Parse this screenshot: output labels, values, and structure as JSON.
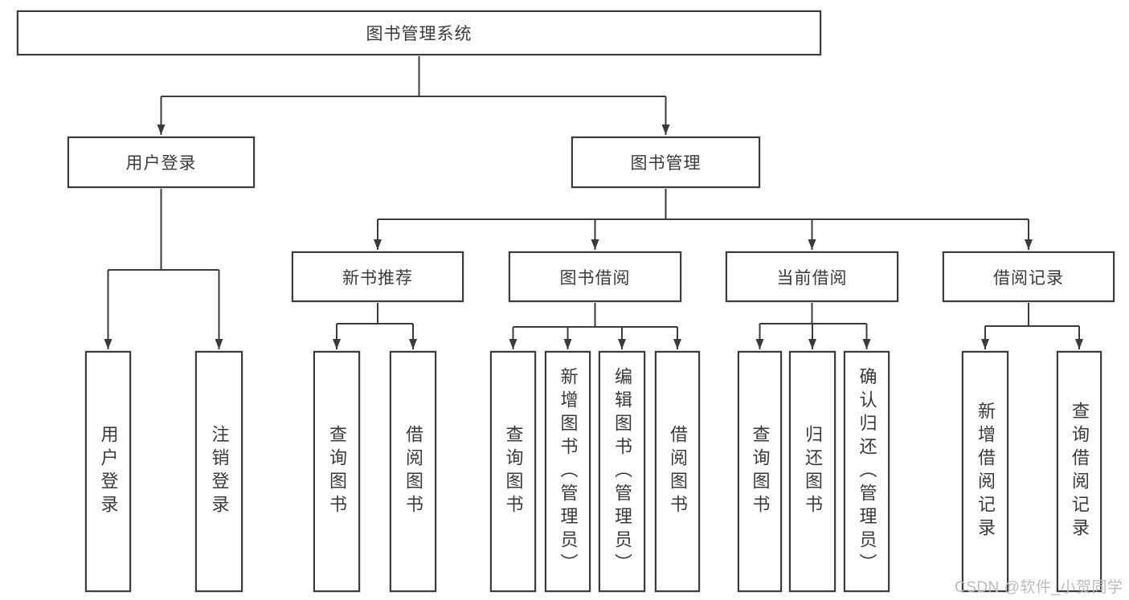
{
  "diagram": {
    "tree": {
      "root": {
        "label": "图书管理系统",
        "children": [
          {
            "label": "用户登录",
            "children": [
              {
                "label": "用户登录"
              },
              {
                "label": "注销登录"
              }
            ]
          },
          {
            "label": "图书管理",
            "children": [
              {
                "label": "新书推荐",
                "children": [
                  {
                    "label": "查询图书"
                  },
                  {
                    "label": "借阅图书"
                  }
                ]
              },
              {
                "label": "图书借阅",
                "children": [
                  {
                    "label": "查询图书"
                  },
                  {
                    "label": "新增图书（管理员）"
                  },
                  {
                    "label": "编辑图书（管理员）"
                  },
                  {
                    "label": "借阅图书"
                  }
                ]
              },
              {
                "label": "当前借阅",
                "children": [
                  {
                    "label": "查询图书"
                  },
                  {
                    "label": "归还图书"
                  },
                  {
                    "label": "确认归还（管理员）"
                  }
                ]
              },
              {
                "label": "借阅记录",
                "children": [
                  {
                    "label": "新增借阅记录"
                  },
                  {
                    "label": "查询借阅记录"
                  }
                ]
              }
            ]
          }
        ]
      }
    },
    "watermark": "CSDN @软件_小贺同学",
    "colors": {
      "line": "#3b3b3b",
      "text": "#3a3a3a",
      "watermark": "#bcbcbc",
      "background": "#ffffff"
    }
  }
}
